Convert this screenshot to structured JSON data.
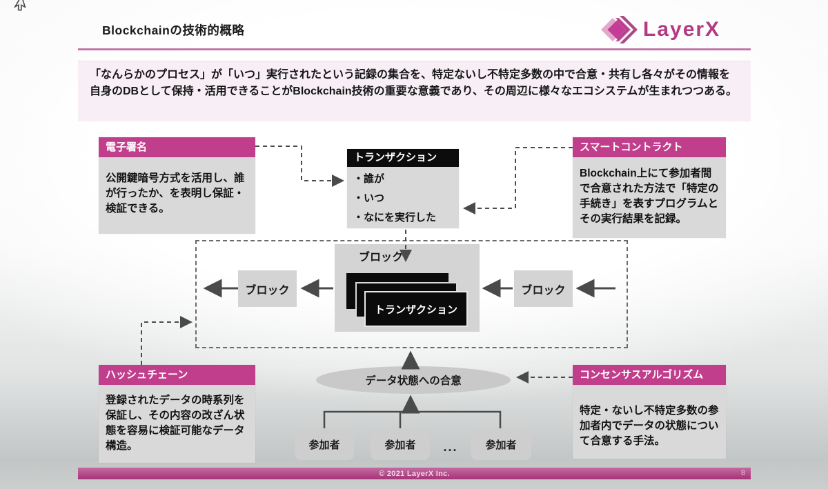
{
  "header": {
    "title": "Blockchainの技術的概略",
    "logo_text": "LayerX"
  },
  "summary": {
    "text": "「なんらかのプロセス」が「いつ」実行されたという記録の集合を、特定ないし不特定多数の中で合意・共有し各々がその情報を自身のDBとして保持・活用できることがBlockchain技術の重要な意義であり、その周辺に様々なエコシステムが生まれつつある。"
  },
  "diagram": {
    "digital_signature": {
      "title": "電子署名",
      "body": "公開鍵暗号方式を活用し、誰が行ったか、を表明し保証・検証できる。"
    },
    "transaction": {
      "title": "トランザクション",
      "bullets": [
        "・誰が",
        "・いつ",
        "・なにを実行した"
      ]
    },
    "smart_contract": {
      "title": "スマートコントラクト",
      "body": "Blockchain上にて参加者間で合意された方法で「特定の手続き」を表すプログラムとその実行結果を記録。"
    },
    "hash_chain": {
      "title": "ハッシュチェーン",
      "body": "登録されたデータの時系列を保証し、その内容の改ざん状態を容易に検証可能なデータ構造。"
    },
    "consensus": {
      "title": "コンセンサスアルゴリズム",
      "body": "特定・ないし不特定多数の参加者内でデータの状態について合意する手法。"
    },
    "blocks": {
      "left": "ブロック",
      "center_label": "ブロック",
      "right": "ブロック"
    },
    "stack_front_label": "トランザクション",
    "agreement_label": "データ状態への合意",
    "participants": [
      "参加者",
      "参加者",
      "参加者"
    ],
    "ellipsis": "..."
  },
  "footer": {
    "copyright": "© 2021 LayerX Inc.",
    "page_number": "8"
  },
  "colors": {
    "accent_pink": "#c13e8c",
    "logo_magenta": "#b43a82",
    "panel_gray": "#d9d9d9",
    "black_box": "#0c0c0c",
    "summary_bg": "#f8eef5",
    "footer_bar": "#a63378",
    "arrow_gray": "#4a4a4a"
  }
}
